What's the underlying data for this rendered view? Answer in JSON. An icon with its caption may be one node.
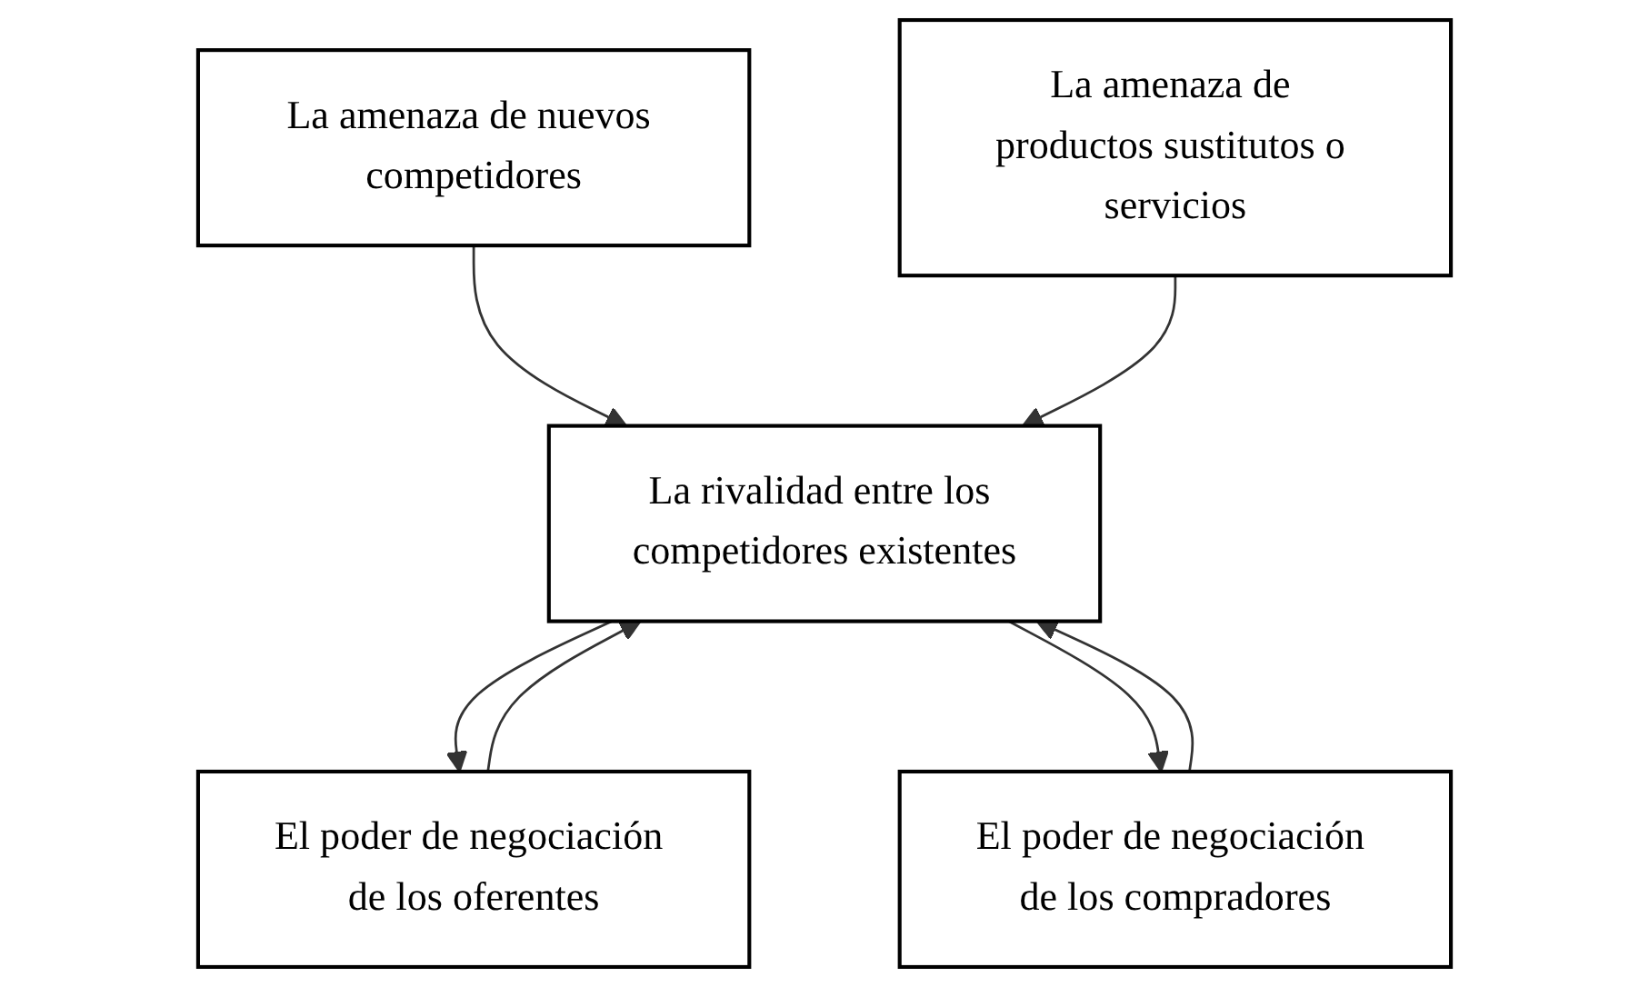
{
  "diagram": {
    "nodes": [
      {
        "text": [
          "La amenaza de nuevos competidores"
        ]
      },
      {
        "text": [
          "El poder de negociación de los oferentes"
        ]
      },
      {
        "text": [
          "La rivalidad entre los competidores existentes"
        ]
      },
      {
        "text": [
          "El poder de negociación de los compradores"
        ]
      },
      {
        "text": [
          "La amenaza de productos sustitutos o servicios"
        ]
      }
    ],
    "edges": [
      {
        "from": 0,
        "to": 2,
        "arrow": "to"
      },
      {
        "from": 1,
        "to": 2,
        "arrow": "to"
      },
      {
        "from": 2,
        "to": 1,
        "arrow": "to"
      },
      {
        "from": 2,
        "to": 3,
        "arrow": "to"
      },
      {
        "from": 3,
        "to": 2,
        "arrow": "to"
      },
      {
        "from": 4,
        "to": 2,
        "arrow": "to"
      }
    ]
  }
}
